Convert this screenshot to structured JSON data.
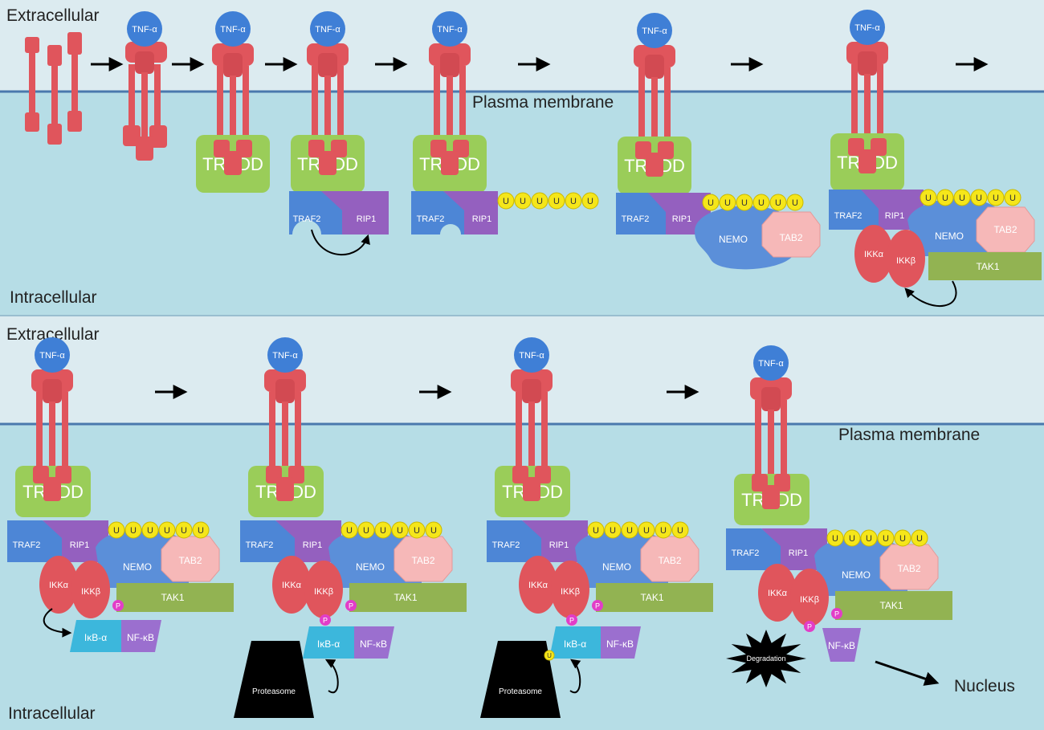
{
  "labels": {
    "extracellular": "Extracellular",
    "intracellular": "Intracellular",
    "plasma_membrane": "Plasma membrane",
    "nucleus": "Nucleus"
  },
  "molecules": {
    "tnf": "TNF-α",
    "tradd": "TRADD",
    "traf2": "TRAF2",
    "rip1": "RIP1",
    "nemo": "NEMO",
    "tab2": "TAB2",
    "ikka": "IKKα",
    "ikkb": "IKKβ",
    "tak1": "TAK1",
    "ikba": "IκB-α",
    "nfkb": "NF-κB",
    "proteasome": "Proteasome",
    "degradation": "Degradation",
    "ubiquitin": "U",
    "phosphate": "P"
  },
  "colors": {
    "extracellular_bg": "#dcebf0",
    "intracellular_bg": "#b6dde6",
    "membrane": "#4a78ad",
    "receptor": "#e0555c",
    "tnf": "#3f7fd6",
    "tradd": "#9acd59",
    "traf2": "#4d86d6",
    "rip1": "#9460bf",
    "nemo": "#5b8fd9",
    "tab2": "#f6b8b8",
    "ikk": "#e0555c",
    "tak1": "#92b352",
    "ubiquitin": "#f5e61a",
    "phosphate": "#e23dc8",
    "ikba": "#3cb7dc",
    "nfkb": "#9b6fcf",
    "proteasome": "#000000"
  }
}
